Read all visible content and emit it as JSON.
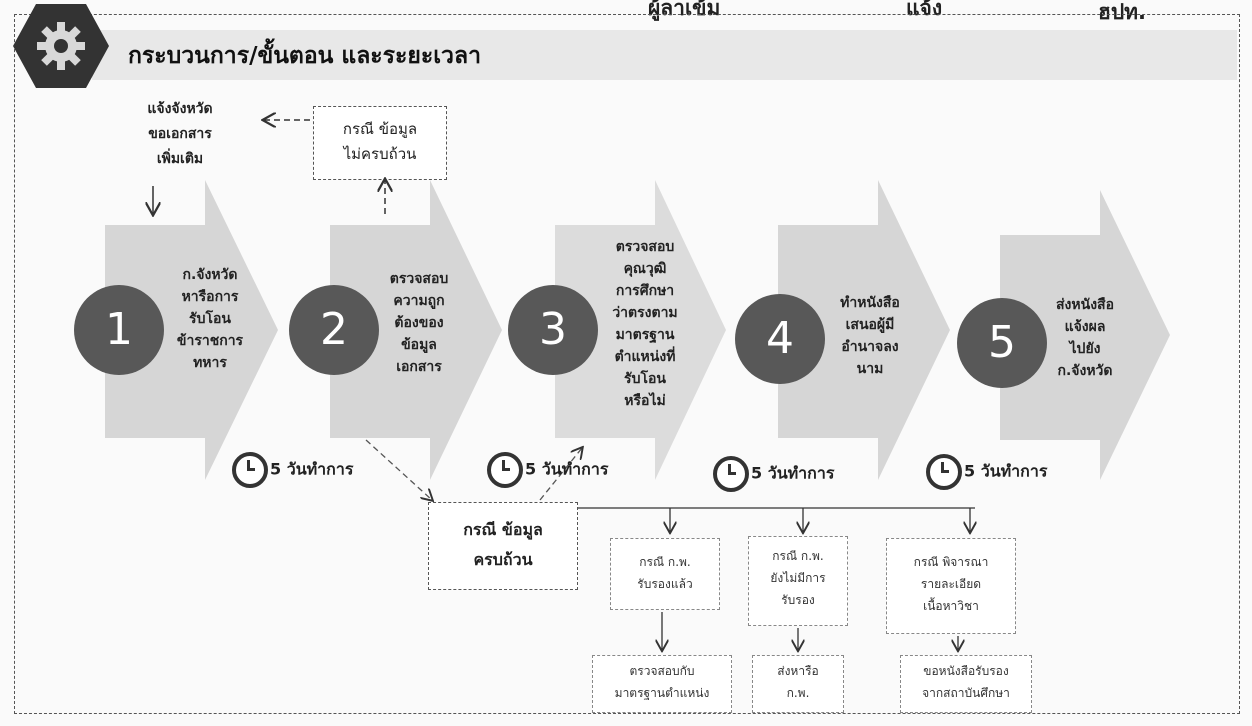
{
  "top_fragments": [
    "ผู้ลาเข้ม",
    "แจ้ง",
    "ฮปท."
  ],
  "title": "กระบวนการ/ขั้นตอน และระยะเวลา",
  "note_left": [
    "แจ้งจังหวัด",
    "ขอเอกสาร",
    "เพิ่มเติม"
  ],
  "note_incomplete": [
    "กรณี ข้อมูล",
    "ไม่ครบถ้วน"
  ],
  "steps": [
    {
      "number": "1",
      "lines": [
        "ก.จังหวัด",
        "หารือการ",
        "รับโอน",
        "ข้าราชการ",
        "ทหาร"
      ]
    },
    {
      "number": "2",
      "lines": [
        "ตรวจสอบ",
        "ความถูก",
        "ต้องของ",
        "ข้อมูล",
        "เอกสาร"
      ]
    },
    {
      "number": "3",
      "lines": [
        "ตรวจสอบ",
        "คุณวุฒิ",
        "การศึกษา",
        "ว่าตรงตาม",
        "มาตรฐาน",
        "ตำแหน่งที่",
        "รับโอน",
        "หรือไม่"
      ]
    },
    {
      "number": "4",
      "lines": [
        "ทำหนังสือ",
        "เสนอผู้มี",
        "อำนาจลง",
        "นาม"
      ]
    },
    {
      "number": "5",
      "lines": [
        "ส่งหนังสือ",
        "แจ้งผล",
        "ไปยัง",
        "ก.จังหวัด"
      ]
    }
  ],
  "timer_label": "5 วันทำการ",
  "complete_box": [
    "กรณี ข้อมูล",
    "ครบถ้วน"
  ],
  "cases": [
    {
      "lines": [
        "กรณี ก.พ.",
        "รับรองแล้ว"
      ],
      "result": [
        "ตรวจสอบกับ",
        "มาตรฐานตำแหน่ง"
      ]
    },
    {
      "lines": [
        "กรณี ก.พ.",
        "ยังไม่มีการ",
        "รับรอง"
      ],
      "result": [
        "ส่งหารือ",
        "ก.พ."
      ]
    },
    {
      "lines": [
        "กรณี พิจารณา",
        "รายละเอียด",
        "เนื้อหาวิชา"
      ],
      "result": [
        "ขอหนังสือรับรอง",
        "จากสถาบันศึกษา"
      ]
    }
  ],
  "colors": {
    "circle": "#585858",
    "arrow": "#d6d6d6",
    "band": "#e8e8e8",
    "gear_hex": "#333333"
  },
  "icons": {
    "header": "gear-icon",
    "timer": "alarm-clock-icon"
  }
}
